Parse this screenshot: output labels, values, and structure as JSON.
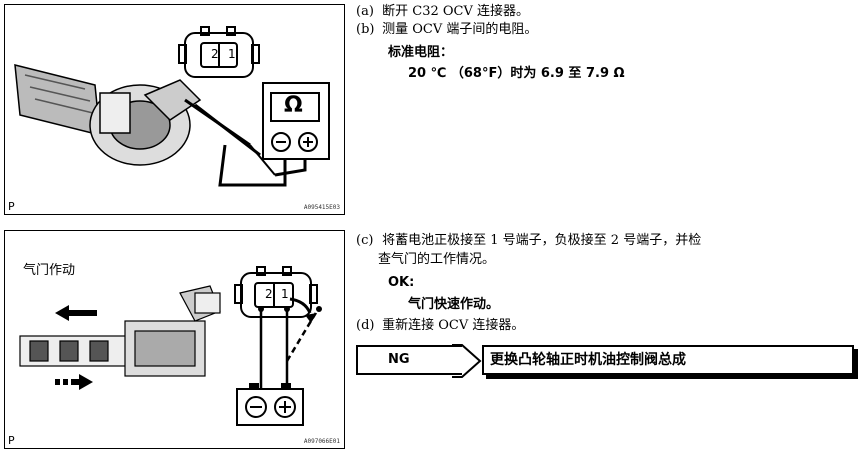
{
  "figures": {
    "fig1": {
      "p_label": "P",
      "code": "A095415E03",
      "connector_pins": [
        "2",
        "1"
      ],
      "meter_symbol": "Ω"
    },
    "fig2": {
      "p_label": "P",
      "code": "A097066E01",
      "title": "气门作动",
      "connector_pins": [
        "2",
        "1"
      ]
    }
  },
  "steps": {
    "a": {
      "tag": "(a)",
      "text": "断开 C32 OCV 连接器。"
    },
    "b": {
      "tag": "(b)",
      "text": "测量 OCV 端子间的电阻。"
    },
    "standard_label": "标准电阻：",
    "standard_value": "20 ℃ （68°F）时为 6.9 至 7.9 Ω",
    "c": {
      "tag": "(c)",
      "text_line1": "将蓄电池正极接至 1 号端子，负极接至 2 号端子，并检",
      "text_line2": "查气门的工作情况。"
    },
    "ok_label": "OK:",
    "ok_value": "气门快速作动。",
    "d": {
      "tag": "(d)",
      "text": "重新连接 OCV 连接器。"
    }
  },
  "ng": {
    "label": "NG",
    "result": "更换凸轮轴正时机油控制阀总成"
  }
}
